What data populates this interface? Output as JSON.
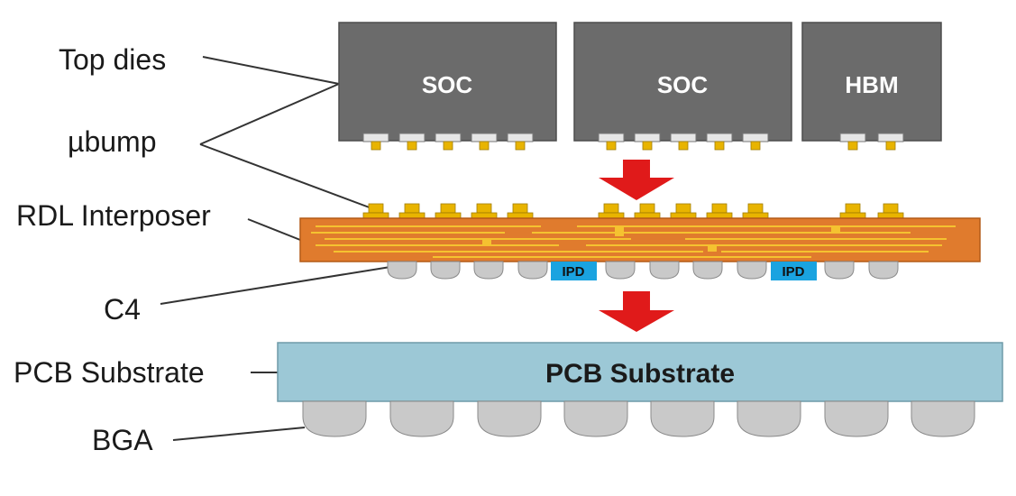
{
  "labels": {
    "top_dies": "Top dies",
    "ubump": "µbump",
    "rdl_interposer": "RDL Interposer",
    "c4": "C4",
    "pcb_substrate": "PCB Substrate",
    "bga": "BGA"
  },
  "dies": [
    {
      "name": "SOC"
    },
    {
      "name": "SOC"
    },
    {
      "name": "HBM"
    }
  ],
  "ipd": [
    "IPD",
    "IPD"
  ],
  "substrate_text": "PCB Substrate",
  "colors": {
    "die": "#6b6b6b",
    "interposer": "#e07b2d",
    "trace": "#f5c230",
    "bump": "#e8b400",
    "ball": "#c9c9c9",
    "ipd": "#1aa3e0",
    "substrate": "#9cc8d6",
    "arrow": "#e01a1a"
  }
}
